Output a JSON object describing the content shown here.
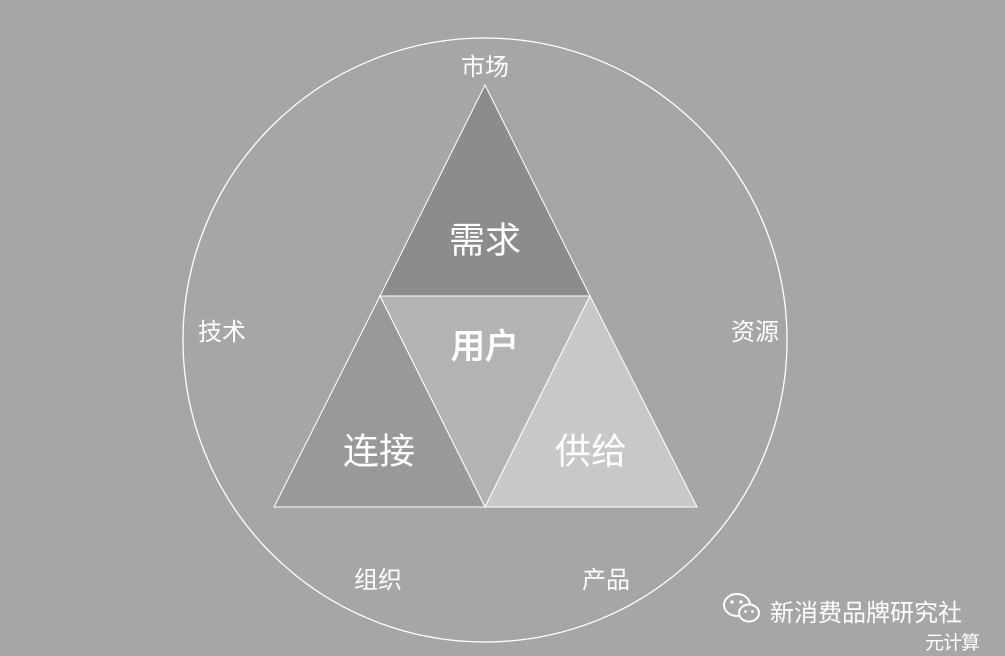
{
  "diagram": {
    "outer_labels": {
      "top": "市场",
      "left": "技术",
      "right": "资源",
      "bottom_left": "组织",
      "bottom_right": "产品"
    },
    "triangles": {
      "top": "需求",
      "left": "连接",
      "right": "供给"
    },
    "center": {
      "label": "用户",
      "color": "#e00000"
    },
    "colors": {
      "background": "#a6a6a6",
      "circle_stroke": "#ffffff",
      "triangle_top": "#8c8c8c",
      "triangle_left": "#999999",
      "triangle_right": "#c8c8c8",
      "triangle_center": "#b3b3b3"
    }
  },
  "watermark": {
    "icon": "wechat-icon",
    "text": "新消费品牌研究社",
    "corner_text": "元计算"
  }
}
